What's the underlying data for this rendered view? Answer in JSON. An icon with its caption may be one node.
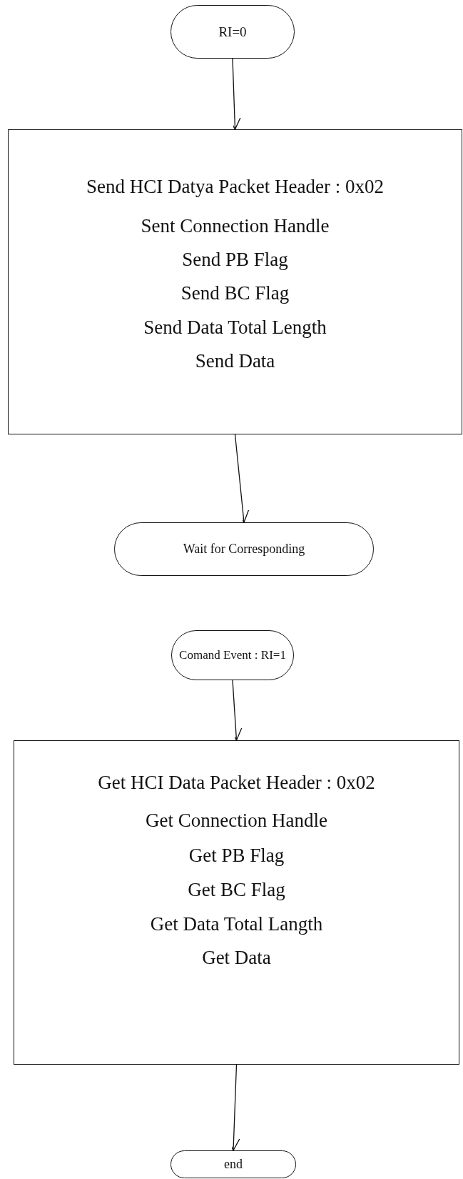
{
  "diagram": {
    "nodes": [
      {
        "text": [
          "RI=0"
        ]
      },
      {
        "text": [
          "Send HCI Datya Packet Header : 0x02",
          "Sent Connection Handle",
          "Send PB Flag",
          "Send BC Flag",
          "Send Data Total Length",
          "Send Data"
        ]
      },
      {
        "text": [
          "Wait for Corresponding"
        ]
      },
      {
        "text": [
          "Comand Event : RI=1"
        ]
      },
      {
        "text": [
          "Get HCI Data Packet Header : 0x02",
          "Get Connection Handle",
          "Get PB Flag",
          "Get BC Flag",
          "Get Data Total Langth",
          "Get Data"
        ]
      },
      {
        "text": [
          "end"
        ]
      }
    ],
    "edges": [
      {
        "from": 0,
        "to": 1,
        "arrow": "to"
      },
      {
        "from": 1,
        "to": 2,
        "arrow": "to"
      },
      {
        "from": 3,
        "to": 4,
        "arrow": "to"
      },
      {
        "from": 4,
        "to": 5,
        "arrow": "to"
      }
    ]
  }
}
